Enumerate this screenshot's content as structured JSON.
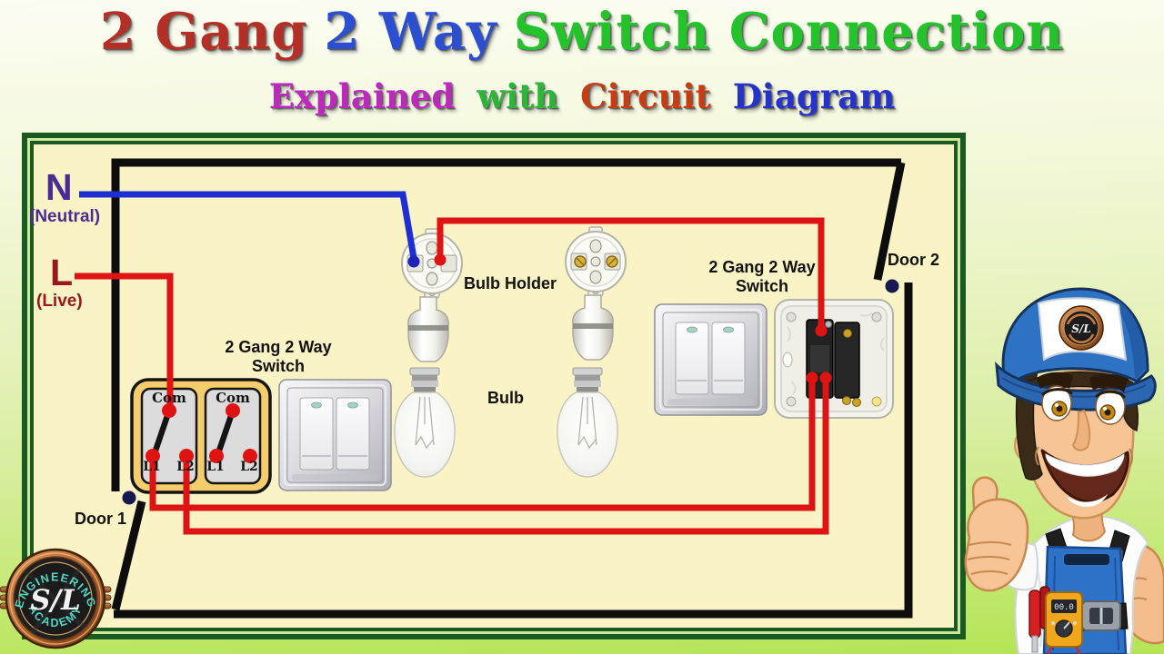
{
  "title": {
    "line1": [
      {
        "text": "2 Gang",
        "color": "#b43026"
      },
      {
        "text": "2 Way",
        "color": "#2b4fd0"
      },
      {
        "text": "Switch Connection",
        "color": "#25c32b"
      }
    ],
    "line2": [
      {
        "text": "Explained",
        "color": "#bb2abb"
      },
      {
        "text": "with",
        "color": "#2db53a"
      },
      {
        "text": "Circuit",
        "color": "#c63d14"
      },
      {
        "text": "Diagram",
        "color": "#2633c8"
      }
    ]
  },
  "colors": {
    "panel_bg": "#f9f3c5",
    "panel_border": "#1a5a22",
    "panel_pinstripe": "#cde79b",
    "wall_wire": "#0d0d0d",
    "neutral_wire": "#1d2fd2",
    "live_wire": "#de1414",
    "terminal_red": "#e01313",
    "terminal_blue": "#1d24b8",
    "hinge_dot": "#181850",
    "neutral_text": "#4a2d93",
    "live_text": "#99181d",
    "schematic_box": "#f6cd6d"
  },
  "labels": {
    "neutral": "N",
    "neutral_sub": "(Neutral)",
    "live": "L",
    "live_sub": "(Live)",
    "door1": "Door 1",
    "door2": "Door 2",
    "bulb_holder": "Bulb Holder",
    "bulb": "Bulb",
    "switch_left_line1": "2 Gang 2 Way",
    "switch_left_line2": "Switch",
    "switch_right_line1": "2 Gang 2 Way",
    "switch_right_line2": "Switch"
  },
  "schematic": {
    "gang1": {
      "com": "Com",
      "l1": "L1",
      "l2": "L2"
    },
    "gang2": {
      "com": "Com",
      "l1": "L1",
      "l2": "L2"
    }
  },
  "logo": {
    "arc_top": "ENGINEERING",
    "arc_bottom": "ACADEMY",
    "monogram": "S/L"
  },
  "cap_logo": {
    "monogram": "S/L"
  },
  "meter": {
    "display": "00.0"
  }
}
